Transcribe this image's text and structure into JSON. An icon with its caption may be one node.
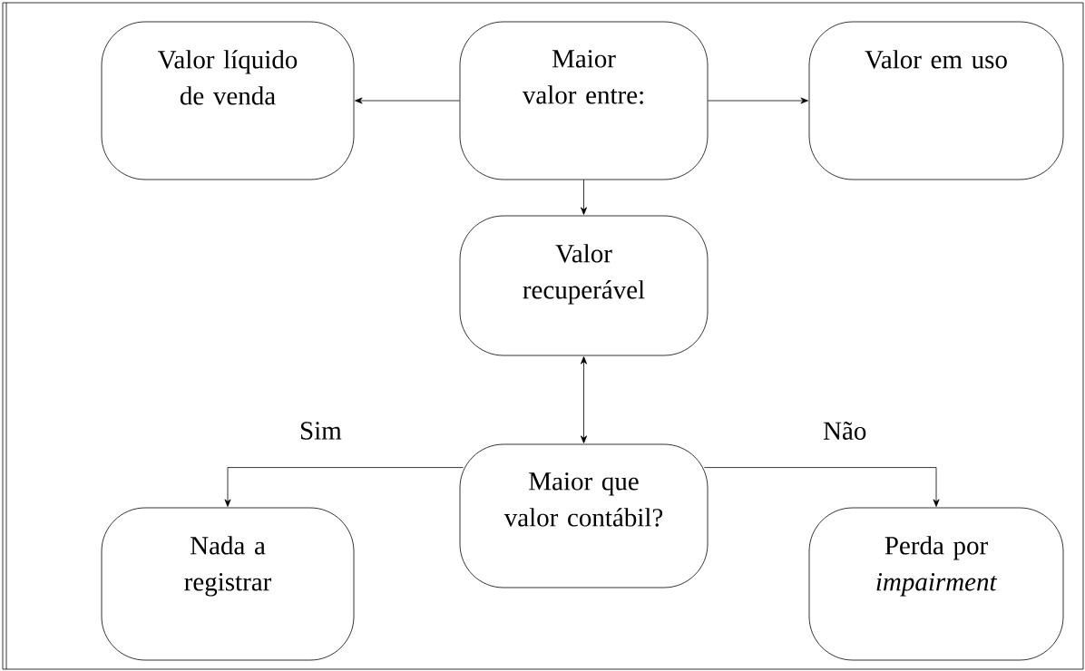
{
  "diagram": {
    "nodes": [
      {
        "text": [
          "Valor líquido de venda"
        ]
      },
      {
        "text": [
          "Maior valor entre:"
        ]
      },
      {
        "text": [
          "Valor em uso"
        ]
      },
      {
        "text": [
          "Valor recuperável"
        ]
      },
      {
        "text": [
          "Maior que valor contábil?"
        ]
      },
      {
        "text": [
          "Nada a registrar"
        ]
      },
      {
        "text": [
          "Perda por *impairment*"
        ]
      }
    ],
    "edges": [
      {
        "from": 1,
        "to": 0,
        "arrow": "to"
      },
      {
        "from": 1,
        "to": 2,
        "arrow": "to"
      },
      {
        "from": 1,
        "to": 3,
        "arrow": "to"
      },
      {
        "from": 3,
        "to": 4,
        "arrow": "both"
      },
      {
        "from": 4,
        "to": 5,
        "arrow": "to",
        "label": "Sim"
      },
      {
        "from": 4,
        "to": 6,
        "arrow": "to",
        "label": "Não"
      }
    ]
  }
}
